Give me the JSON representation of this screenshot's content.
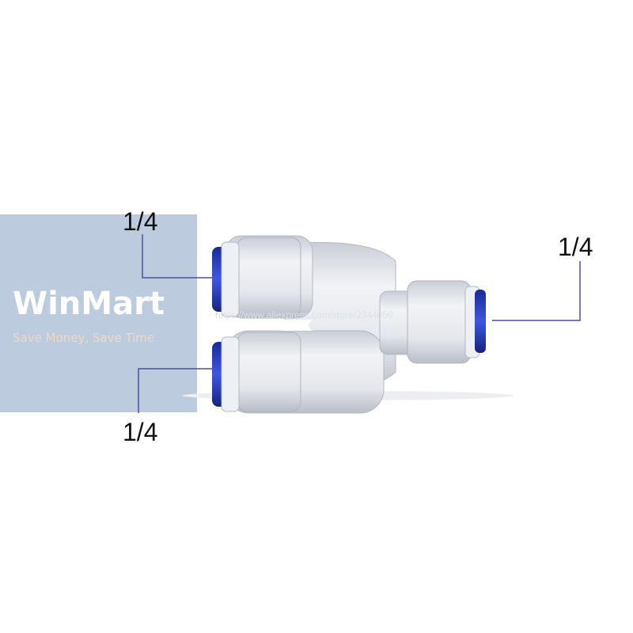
{
  "watermark": {
    "brand": "WinMart",
    "tagline": "Save Money, Save Time",
    "url": "https://www.aliexpress.com/store/2344050"
  },
  "dimensions": {
    "top_left": "1/4",
    "right": "1/4",
    "bottom_left": "1/4"
  },
  "colors": {
    "watermark_bg": "#bccbde",
    "fitting_body": "#e6e9ee",
    "collet": "#2a3fc9",
    "leader_line": "#4a4f9a"
  }
}
